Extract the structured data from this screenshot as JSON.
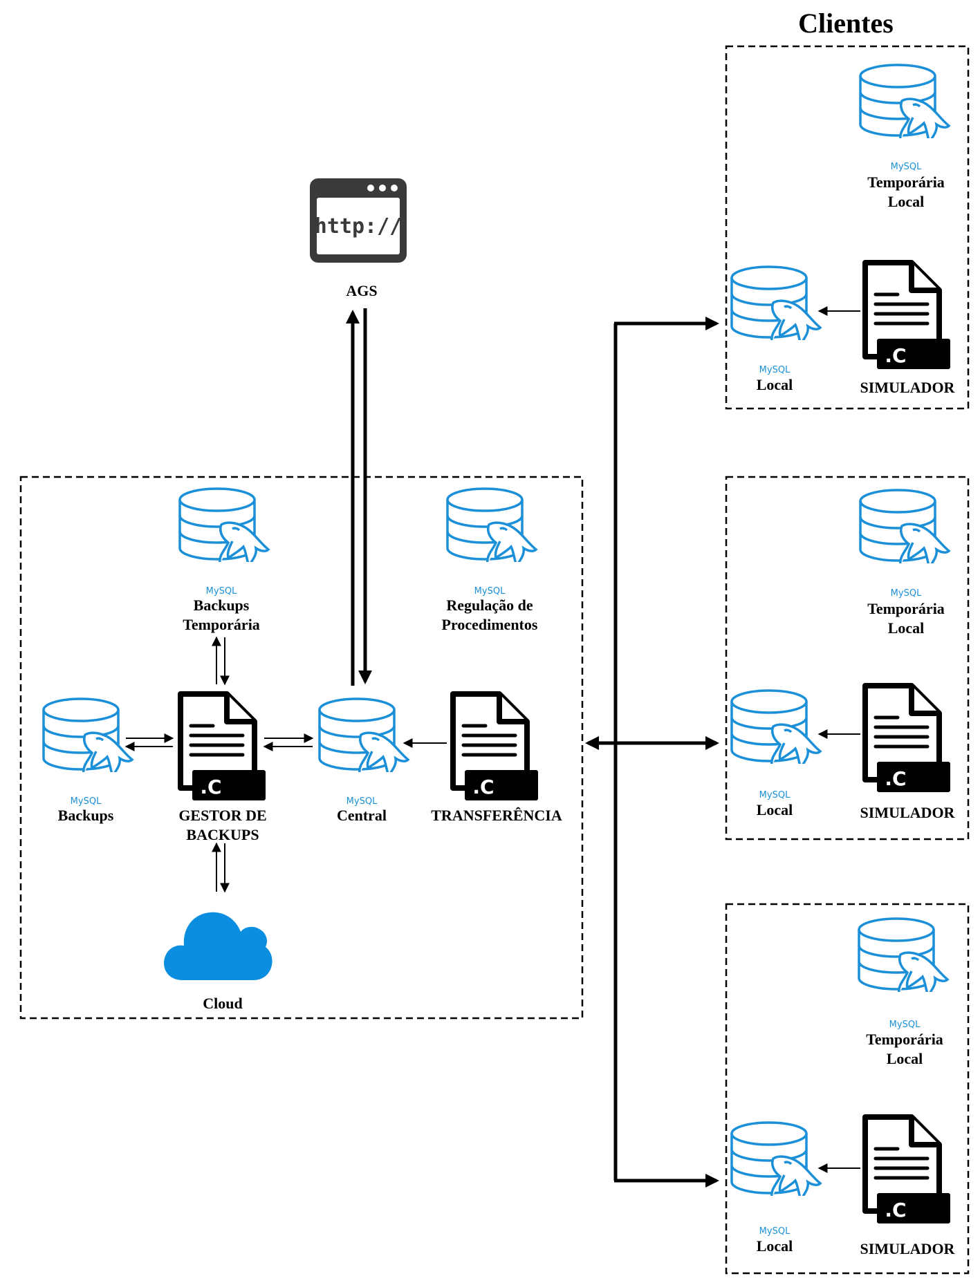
{
  "clients_title": "Clientes",
  "colors": {
    "mysql_blue": "#1b90d8",
    "cloud_blue": "#0b8ee0",
    "ink": "#000000",
    "browser_gray": "#3a3a3a"
  },
  "icons": {
    "database": "mysql-database-icon",
    "source_file": "c-source-file-icon",
    "browser": "browser-http-icon",
    "cloud": "cloud-icon"
  },
  "mysql_caption": "MySQL",
  "c_badge": ".C",
  "http_text": "http://",
  "ags": {
    "label": "AGS"
  },
  "server": {
    "backups_temp": {
      "line1": "Backups",
      "line2": "Temporária"
    },
    "regulacao": {
      "line1": "Regulação de",
      "line2": "Procedimentos"
    },
    "backups": {
      "label": "Backups"
    },
    "gestor": {
      "line1": "GESTOR DE",
      "line2": "BACKUPS"
    },
    "central": {
      "label": "Central"
    },
    "transferencia": {
      "label": "TRANSFERÊNCIA"
    },
    "cloud": {
      "label": "Cloud"
    }
  },
  "clients": [
    {
      "temp_line1": "Temporária",
      "temp_line2": "Local",
      "local": "Local",
      "simulador": "SIMULADOR"
    },
    {
      "temp_line1": "Temporária",
      "temp_line2": "Local",
      "local": "Local",
      "simulador": "SIMULADOR"
    },
    {
      "temp_line1": "Temporária",
      "temp_line2": "Local",
      "local": "Local",
      "simulador": "SIMULADOR"
    }
  ]
}
